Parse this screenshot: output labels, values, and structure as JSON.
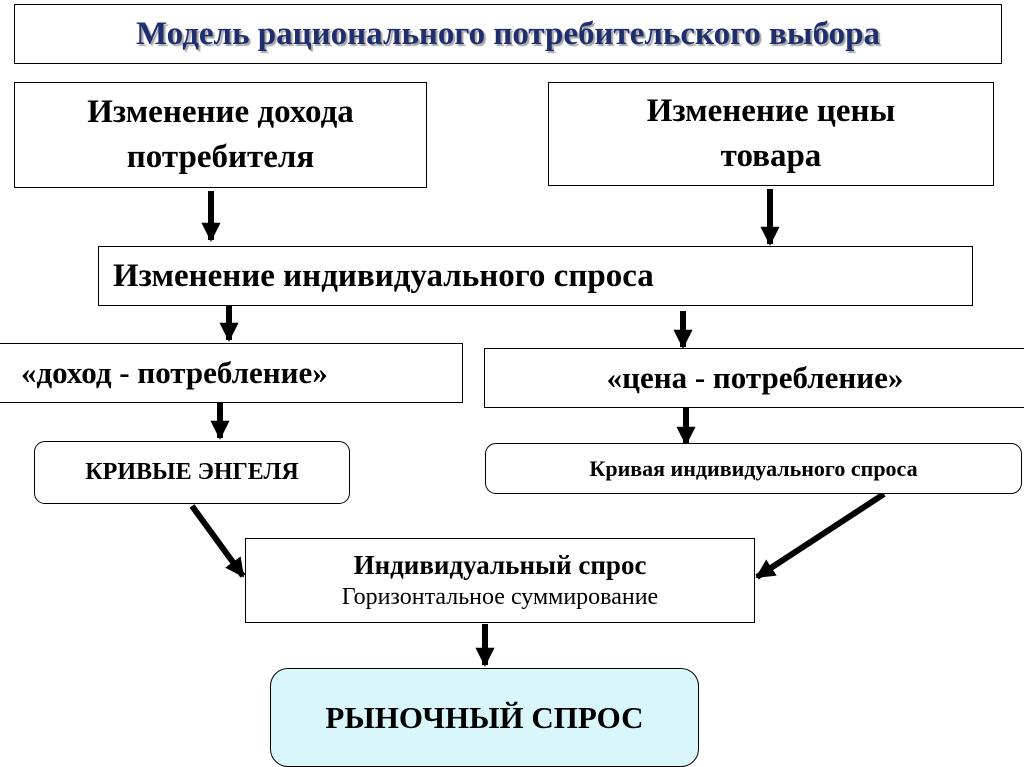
{
  "title": "Модель рационального потребительского выбора",
  "boxes": {
    "income_change": [
      "Изменение дохода",
      "потребителя"
    ],
    "price_change": [
      "Изменение цены",
      "товара"
    ],
    "individual_demand_change": "Изменение индивидуального спроса",
    "income_consumption": "«доход -  потребление»",
    "price_consumption": "«цена - потребление»",
    "engel_curves": "КРИВЫЕ ЭНГЕЛЯ",
    "individual_demand_curve": "Кривая индивидуального спроса",
    "individual_demand": "Индивидуальный спрос",
    "horizontal_summation": "Горизонтальное суммирование",
    "market_demand": "РЫНОЧНЫЙ СПРОС"
  }
}
